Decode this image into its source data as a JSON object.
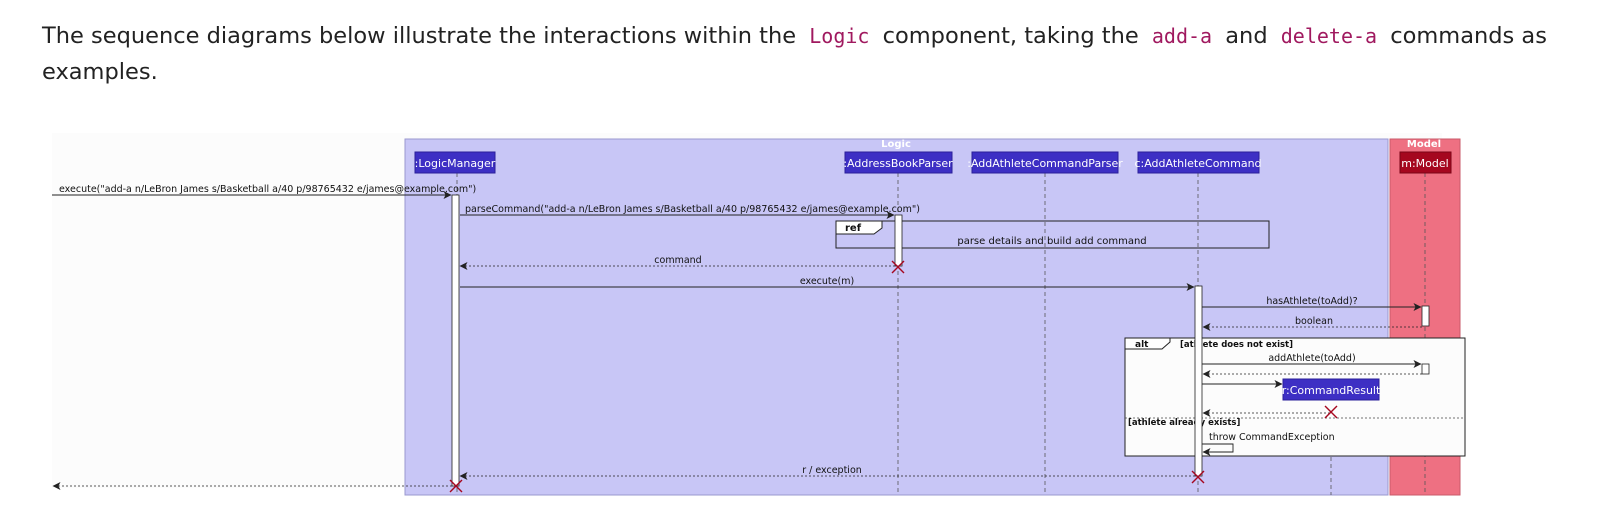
{
  "intro": {
    "part1": "The sequence diagrams below illustrate the interactions within the",
    "code1": "Logic",
    "part2": "component, taking the",
    "code2": "add-a",
    "part3": "and",
    "code3": "delete-a",
    "part4": "commands as examples."
  },
  "diagram": {
    "groups": {
      "logic": "Logic",
      "model": "Model"
    },
    "participants": {
      "logic_manager": ":LogicManager",
      "address_book_parser": ":AddressBookParser",
      "add_athlete_command_parser": ":AddAthleteCommandParser",
      "add_athlete_command": "c:AddAthleteCommand",
      "model": "m:Model",
      "command_result": "r:CommandResult"
    },
    "messages": {
      "execute_input": "execute(\"add-a n/LeBron James s/Basketball a/40 p/98765432 e/james@example.com\")",
      "parse_command": "parseCommand(\"add-a n/LeBron James s/Basketball a/40 p/98765432 e/james@example.com\")",
      "command": "command",
      "execute_m": "execute(m)",
      "has_athlete": "hasAthlete(toAdd)?",
      "boolean": "boolean",
      "add_athlete": "addAthlete(toAdd)",
      "throw_exception": "throw CommandException",
      "r_exception": "r / exception"
    },
    "fragments": {
      "ref_label": "ref",
      "ref_text": "parse details and build add command",
      "alt_label": "alt",
      "alt_guard1": "[athlete does not exist]",
      "alt_guard2": "[athlete already exists]"
    },
    "colors": {
      "logic_bg": "#c8c6f6",
      "model_bg": "#ee7082",
      "participant": "#3d2fc4",
      "model_participant": "#a5071f",
      "destroy": "#a5071f"
    }
  }
}
